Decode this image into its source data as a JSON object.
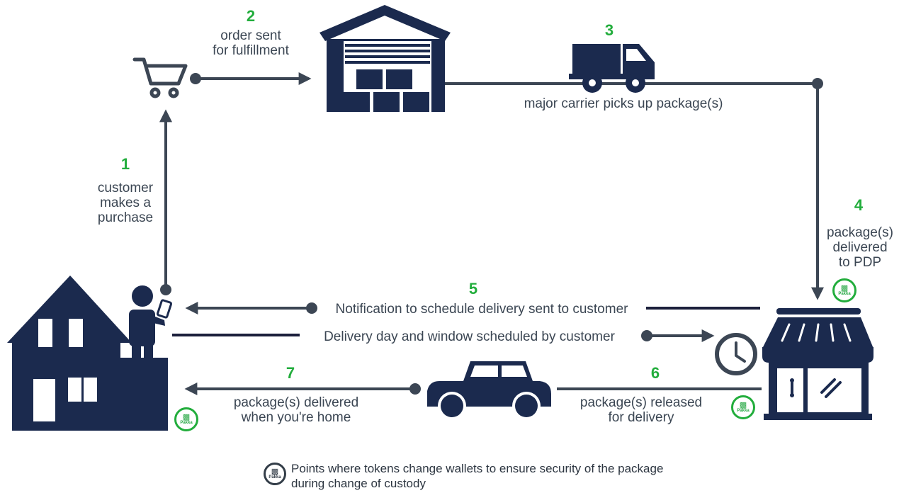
{
  "colors": {
    "navy": "#1b2a4e",
    "line": "#3c4654",
    "green": "#22ad3c"
  },
  "steps": [
    {
      "number": "1",
      "lines": [
        "customer",
        "makes a",
        "purchase"
      ]
    },
    {
      "number": "2",
      "lines": [
        "order sent",
        "for fulfillment"
      ]
    },
    {
      "number": "3",
      "lines": [
        "major carrier picks up package(s)"
      ]
    },
    {
      "number": "4",
      "lines": [
        "package(s)",
        "delivered",
        "to PDP"
      ]
    },
    {
      "number": "5",
      "lines": [
        "Notification to schedule delivery sent to customer"
      ]
    },
    {
      "number": "6",
      "lines": [
        "package(s) released",
        "for delivery"
      ]
    },
    {
      "number": "7",
      "lines": [
        "package(s) delivered",
        "when you're home"
      ]
    }
  ],
  "scheduled_label": "Delivery day and window scheduled by customer",
  "badge_text": "Pakka",
  "legend": {
    "line1": "Points where tokens change wallets to ensure security of the package",
    "line2": "during change of custody"
  },
  "icons": [
    "shopping-cart-icon",
    "warehouse-icon",
    "delivery-truck-icon",
    "storefront-icon",
    "clock-icon",
    "car-icon",
    "house-icon",
    "person-with-phone-icon",
    "pakka-token-icon"
  ]
}
